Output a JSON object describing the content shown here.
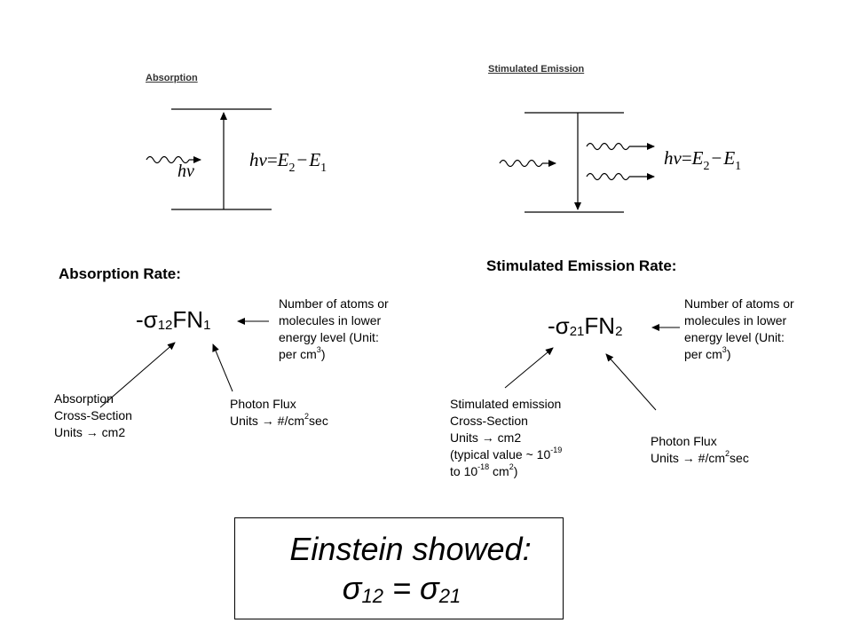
{
  "absorption_diagram": {
    "title": "Absorption",
    "photon_label": "hν",
    "equation": {
      "lhs": "hν",
      "eq": "=",
      "e2": "E",
      "e2_sub": "2",
      "minus": "−",
      "e1": "E",
      "e1_sub": "1"
    }
  },
  "emission_diagram": {
    "title": "Stimulated Emission",
    "equation": {
      "lhs": "hν",
      "eq": "=",
      "e2": "E",
      "e2_sub": "2",
      "minus": "−",
      "e1": "E",
      "e1_sub": "1"
    }
  },
  "absorption_rate": {
    "title": "Absorption Rate:",
    "formula": {
      "prefix": "-σ",
      "sub1": "12",
      "mid": "FN",
      "sub2": "1"
    },
    "n_note": {
      "lines": [
        "Number of atoms or",
        "molecules in lower",
        "energy level (Unit:"
      ],
      "last_pre": "per cm",
      "last_sup": "3",
      "last_post": ")"
    },
    "cross_section_note": {
      "lines": [
        "Absorption",
        "Cross-Section",
        "Units → cm2"
      ]
    },
    "flux_note": {
      "line1": "Photon Flux",
      "line2_pre": "Units → #/cm",
      "line2_sup": "2",
      "line2_post": "sec"
    }
  },
  "emission_rate": {
    "title": "Stimulated Emission Rate:",
    "formula": {
      "prefix": "-σ",
      "sub1": "21",
      "mid": "FN",
      "sub2": "2"
    },
    "n_note": {
      "lines": [
        "Number of atoms or",
        "molecules in lower",
        "energy level (Unit:"
      ],
      "last_pre": "per cm",
      "last_sup": "3",
      "last_post": ")"
    },
    "cross_section_note": {
      "lines": [
        "Stimulated emission",
        "Cross-Section",
        "Units → cm2"
      ],
      "typ_pre": "(typical value ~ 10",
      "typ_sup": "-19",
      "to_pre": "to 10",
      "to_sup": "-18",
      "to_mid": " cm",
      "to_sup2": "2",
      "to_post": ")"
    },
    "flux_note": {
      "line1": "Photon Flux",
      "line2_pre": "Units → #/cm",
      "line2_sup": "2",
      "line2_post": "sec"
    }
  },
  "einstein_box": {
    "line1": "Einstein showed:",
    "sigma_a": "σ",
    "sub_a": "12",
    "equals": " = ",
    "sigma_b": "σ",
    "sub_b": "21"
  }
}
